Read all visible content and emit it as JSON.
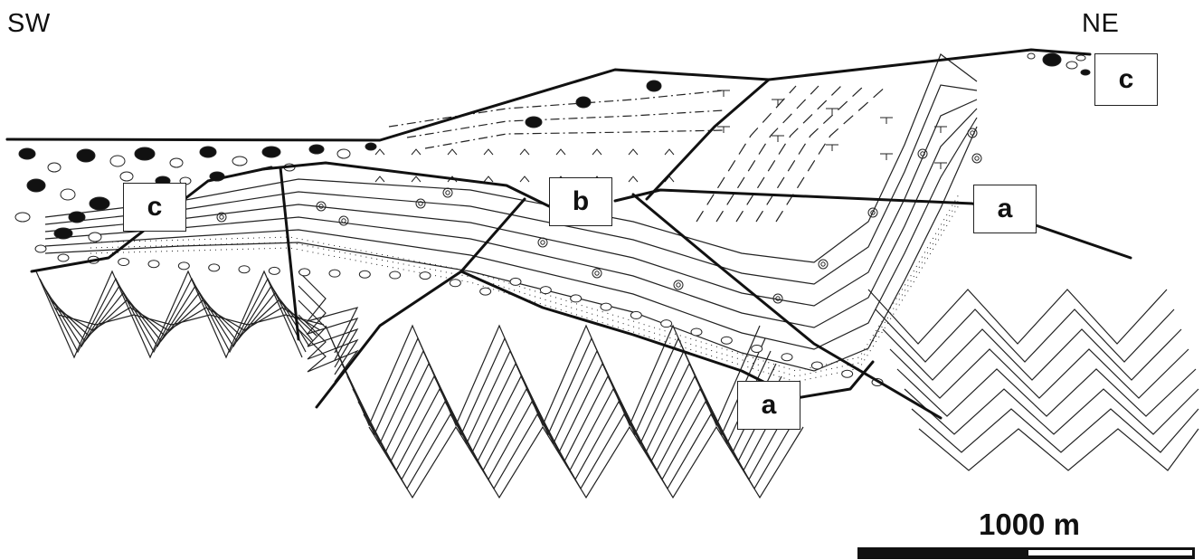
{
  "orientation": {
    "left": "SW",
    "right": "NE"
  },
  "units": {
    "c_left": "c",
    "b": "b",
    "a_right": "a",
    "a_bottom": "a",
    "c_right": "c"
  },
  "scale": {
    "label": "1000 m"
  },
  "colors": {
    "ink": "#111111",
    "background": "#ffffff"
  }
}
